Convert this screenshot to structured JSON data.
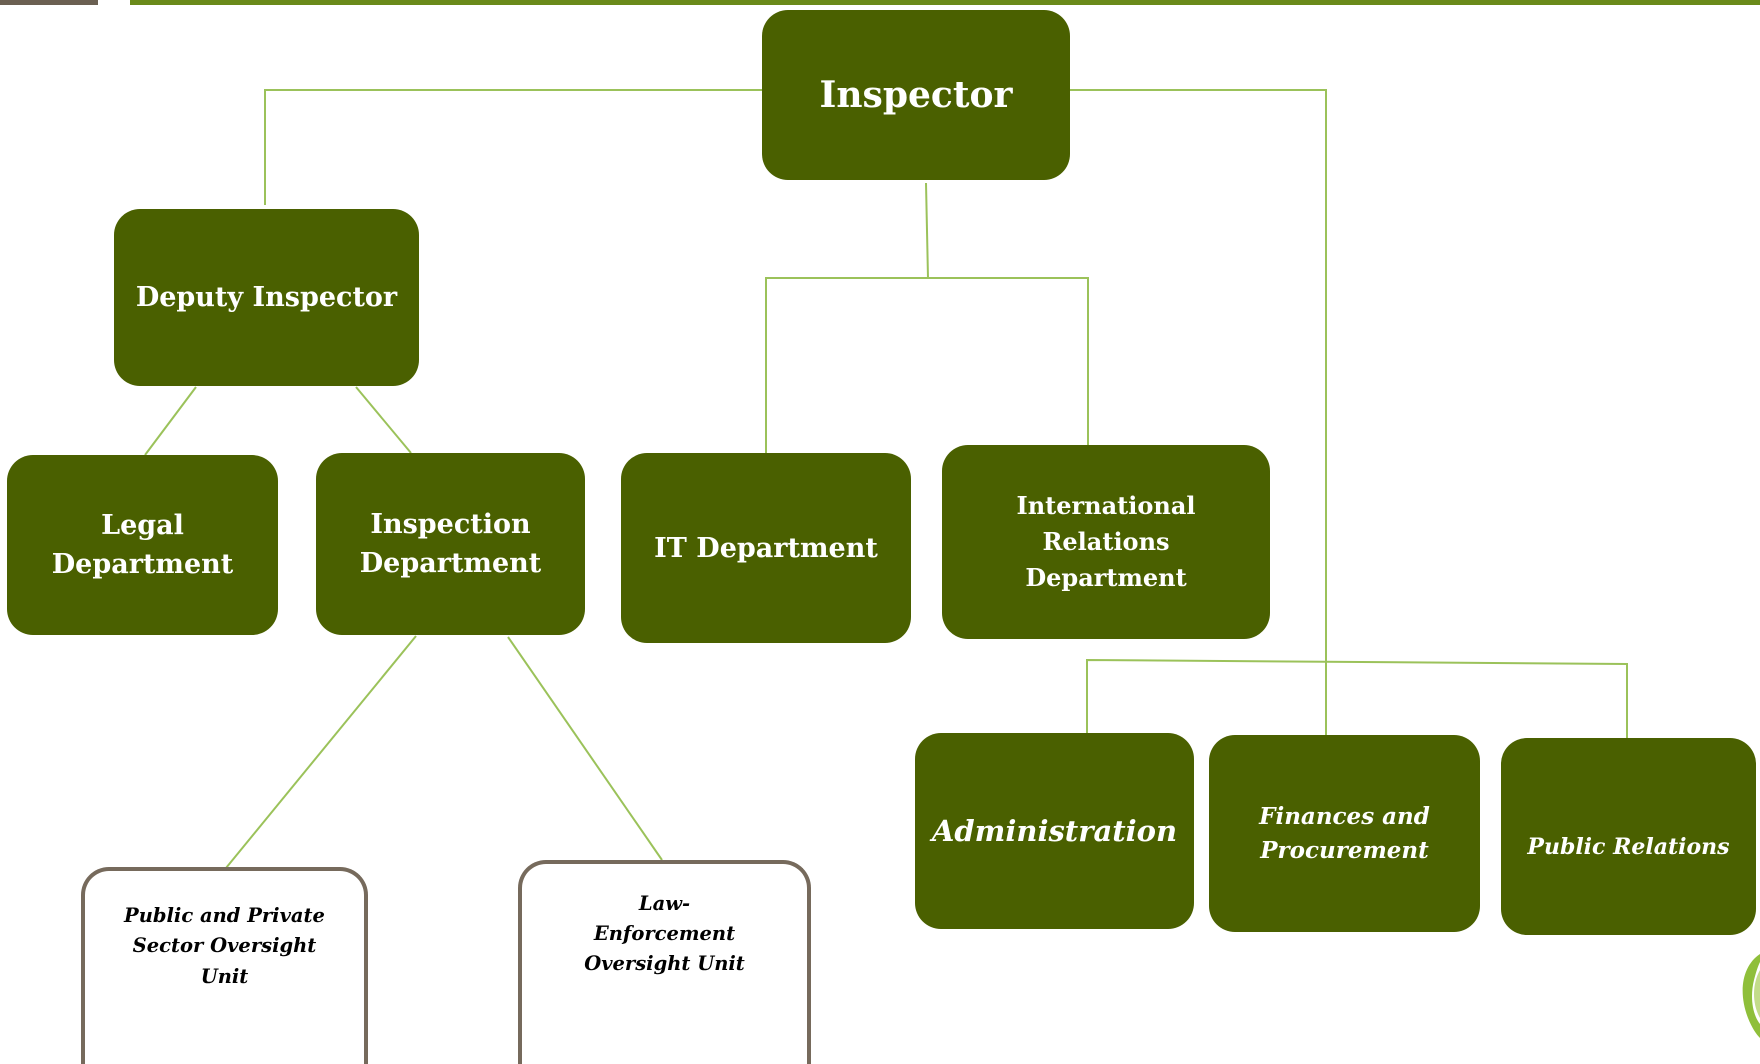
{
  "title": "Inspector",
  "deputy": "Deputy Inspector",
  "departments": {
    "legal": "Legal Department",
    "inspection": "Inspection Department",
    "it": "IT Department",
    "international": "International Relations Department"
  },
  "units": {
    "public_private": "Public and Private Sector Oversight Unit",
    "law_enforcement": "Law-Enforcement Oversight Unit"
  },
  "support": {
    "administration": "Administration",
    "finances": "Finances and Procurement",
    "public_relations": "Public Relations"
  },
  "colors": {
    "box_green": "#4a6000",
    "line_green": "#9bc25a",
    "unit_border": "#766a5c",
    "top_bar_green": "#6a8a1a"
  }
}
